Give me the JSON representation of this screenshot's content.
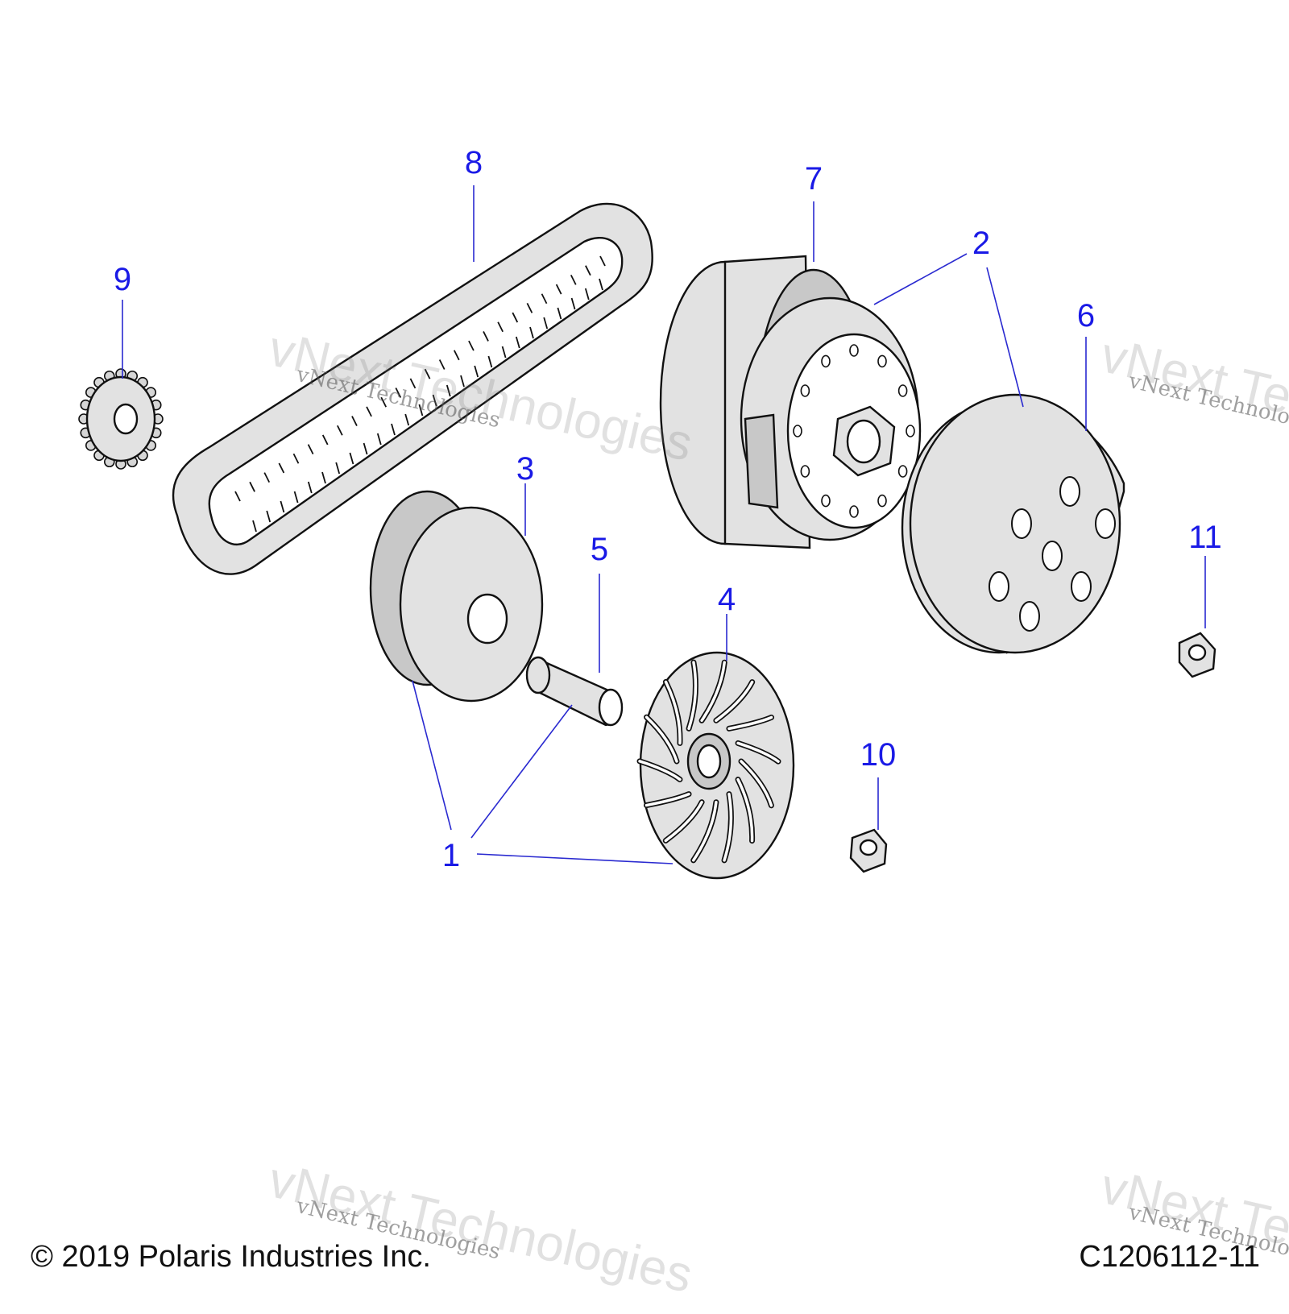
{
  "callouts": {
    "c1": "1",
    "c2": "2",
    "c3": "3",
    "c4": "4",
    "c5": "5",
    "c6": "6",
    "c7": "7",
    "c8": "8",
    "c9": "9",
    "c10": "10",
    "c11": "11"
  },
  "footer": {
    "copyright": "© 2019 Polaris Industries Inc.",
    "drawing_number": "C1206112-11"
  },
  "watermark": {
    "line_small": "vNext Technologies",
    "line_big": "vNext Technologies"
  }
}
